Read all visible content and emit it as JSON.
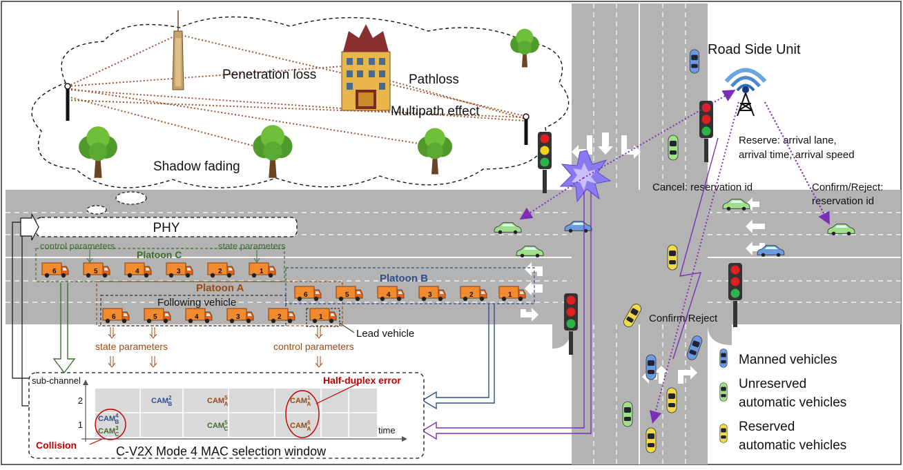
{
  "cloud_labels": {
    "penetration": "Penetration loss",
    "pathloss": "Pathloss",
    "multipath": "Multipath effect",
    "shadow": "Shadow fading"
  },
  "rsu": {
    "title": "Road Side Unit",
    "reserve": "Reserve: arrival lane,",
    "reserve2": "arrival time, arrival speed",
    "cancel": "Cancel: reservation id",
    "confirm_reject": "Confirm/Reject:",
    "confirm_reject2": "reservation id",
    "confirm_reject_short": "Confirm/Reject"
  },
  "phy": {
    "label": "PHY"
  },
  "platoons": {
    "c_label": "Platoon C",
    "a_label": "Platoon A",
    "b_label": "Platoon B",
    "control_params": "control parameters",
    "state_params": "state parameters",
    "following": "Following vehicle",
    "lead": "Lead vehicle",
    "van_numbers": [
      "6",
      "5",
      "4",
      "3",
      "2",
      "1"
    ]
  },
  "mac": {
    "title": "C-V2X Mode 4 MAC selection window",
    "y_axis": "sub-channel",
    "x_axis": "time",
    "row_labels": [
      "2",
      "1"
    ],
    "half_duplex": "Half-duplex error",
    "collision": "Collision",
    "cams": {
      "b2": "CAM",
      "b2_sup": "2",
      "b2_sub": "B",
      "a5": "CAM",
      "a5_sup": "5",
      "a5_sub": "A",
      "a1": "CAM",
      "a1_sup": "1",
      "a1_sub": "A",
      "b4": "CAM",
      "b4_sup": "4",
      "b4_sub": "B",
      "c3": "CAM",
      "c3_sup": "3",
      "c3_sub": "C",
      "c5": "CAM",
      "c5_sup": "5",
      "c5_sub": "C",
      "a6": "CAM",
      "a6_sup": "6",
      "a6_sub": "A"
    }
  },
  "legend": {
    "manned": "Manned vehicles",
    "unreserved1": "Unreserved",
    "unreserved2": "automatic vehicles",
    "reserved1": "Reserved",
    "reserved2": "automatic vehicles"
  },
  "colors": {
    "road": "#b3b3b3",
    "platoon_c": "#3c6e2a",
    "platoon_a": "#9a4a12",
    "platoon_b": "#2f4f8a",
    "error_red": "#c00000",
    "link_purple": "#7b2fb5",
    "van": "#f28a2e"
  }
}
